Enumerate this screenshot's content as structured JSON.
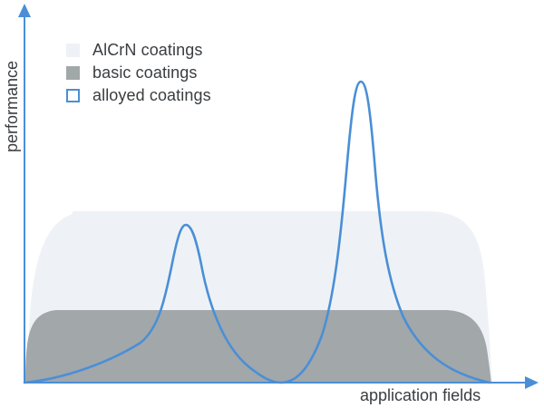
{
  "chart_data": {
    "type": "area",
    "title": "",
    "xlabel": "application fields",
    "ylabel": "performance",
    "grid": false,
    "legend_position": "top-left",
    "legend": [
      {
        "label": "AlCrN coatings",
        "style": "filled",
        "color": "#eef2f6"
      },
      {
        "label": "basic coatings",
        "style": "filled",
        "color": "#a2a7aa"
      },
      {
        "label": "alloyed coatings",
        "style": "outline",
        "color": "#4a8fd6"
      }
    ],
    "series": [
      {
        "name": "AlCrN coatings",
        "shape": "broad plateau",
        "relative_level": 0.57
      },
      {
        "name": "basic coatings",
        "shape": "broad plateau",
        "relative_level": 0.24
      },
      {
        "name": "alloyed coatings",
        "shape": "two narrow peaks",
        "peaks": [
          {
            "x_rel": 0.33,
            "relative_level": 0.53
          },
          {
            "x_rel": 0.66,
            "relative_level": 0.92
          }
        ]
      }
    ]
  },
  "legend": {
    "items": [
      {
        "label": "AlCrN coatings"
      },
      {
        "label": "basic coatings"
      },
      {
        "label": "alloyed coatings"
      }
    ]
  },
  "axes": {
    "x_label": "application fields",
    "y_label": "performance"
  },
  "colors": {
    "axis": "#4a8fd6",
    "alcrn": "#eef2f6",
    "basic": "#a2a7aa",
    "alloyed": "#4a8fd6"
  }
}
